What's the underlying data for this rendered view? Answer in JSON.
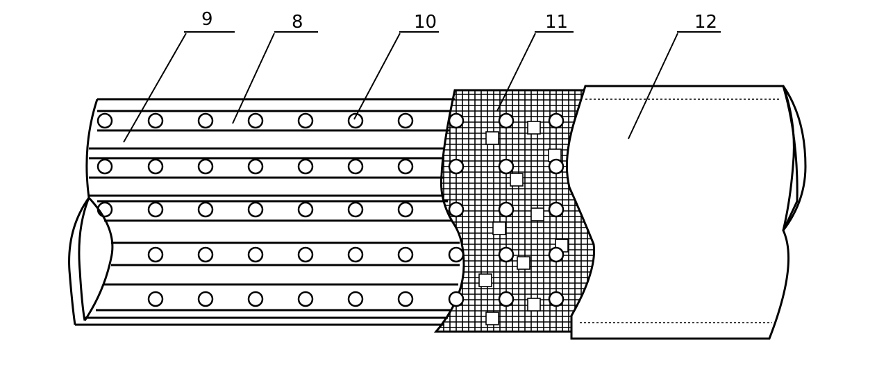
{
  "labels": [
    {
      "id": "label-9",
      "text": "9"
    },
    {
      "id": "label-8",
      "text": "8"
    },
    {
      "id": "label-10",
      "text": "10"
    },
    {
      "id": "label-11",
      "text": "11"
    },
    {
      "id": "label-12",
      "text": "12"
    }
  ],
  "colors": {
    "line": "#000000",
    "background": "#ffffff"
  }
}
